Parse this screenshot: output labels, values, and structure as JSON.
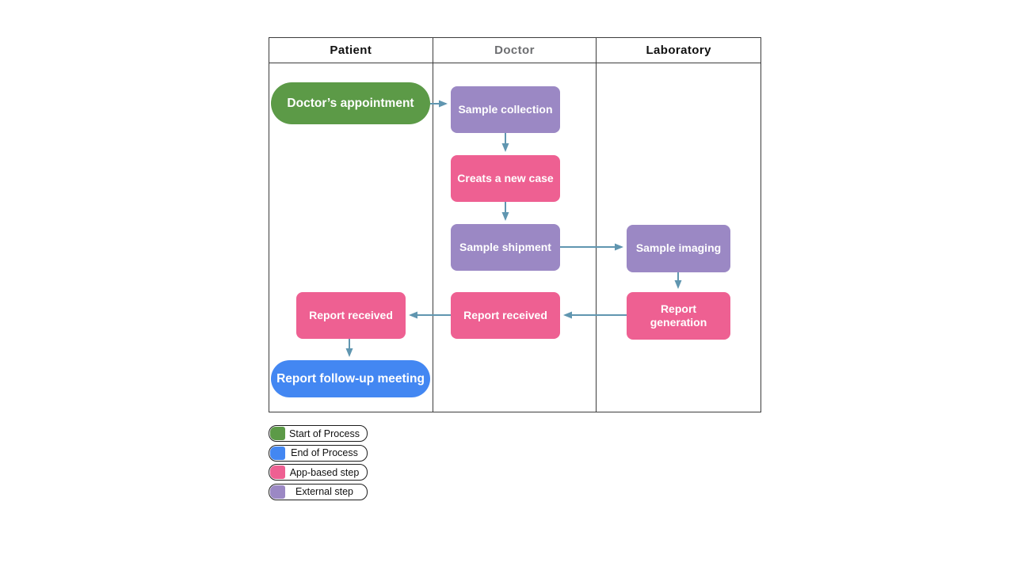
{
  "diagram": {
    "type": "swimlane-flowchart",
    "lanes": [
      {
        "label": "Patient"
      },
      {
        "label": "Doctor"
      },
      {
        "label": "Laboratory"
      }
    ],
    "nodes": [
      {
        "id": "doctors-appointment",
        "label": "Doctor’s appointment",
        "lane": "Patient",
        "type": "start"
      },
      {
        "id": "sample-collection",
        "label": "Sample collection",
        "lane": "Doctor",
        "type": "external"
      },
      {
        "id": "creats-a-new-case",
        "label": "Creats a new case",
        "lane": "Doctor",
        "type": "app"
      },
      {
        "id": "sample-shipment",
        "label": "Sample shipment",
        "lane": "Doctor",
        "type": "external"
      },
      {
        "id": "sample-imaging",
        "label": "Sample imaging",
        "lane": "Laboratory",
        "type": "external"
      },
      {
        "id": "report-generation",
        "label": "Report generation",
        "lane": "Laboratory",
        "type": "app"
      },
      {
        "id": "report-received-doctor",
        "label": "Report received",
        "lane": "Doctor",
        "type": "app"
      },
      {
        "id": "report-received-patient",
        "label": "Report received",
        "lane": "Patient",
        "type": "app"
      },
      {
        "id": "report-follow-up-meeting",
        "label": "Report follow-up meeting",
        "lane": "Patient",
        "type": "end"
      }
    ],
    "edges": [
      {
        "from": "doctors-appointment",
        "to": "sample-collection"
      },
      {
        "from": "sample-collection",
        "to": "creats-a-new-case"
      },
      {
        "from": "creats-a-new-case",
        "to": "sample-shipment"
      },
      {
        "from": "sample-shipment",
        "to": "sample-imaging"
      },
      {
        "from": "sample-imaging",
        "to": "report-generation"
      },
      {
        "from": "report-generation",
        "to": "report-received-doctor"
      },
      {
        "from": "report-received-doctor",
        "to": "report-received-patient"
      },
      {
        "from": "report-received-patient",
        "to": "report-follow-up-meeting"
      }
    ],
    "legend": [
      {
        "label": "Start of Process",
        "color": "#5c9a47"
      },
      {
        "label": "End of Process",
        "color": "#4387f2"
      },
      {
        "label": "App-based step",
        "color": "#ee6092"
      },
      {
        "label": "External step",
        "color": "#9b88c4"
      }
    ],
    "colors": {
      "start": "#5c9a47",
      "end": "#4387f2",
      "app": "#ee6092",
      "external": "#9b88c4",
      "arrow": "#6096b0",
      "table_border": "#3c3c3c"
    }
  }
}
